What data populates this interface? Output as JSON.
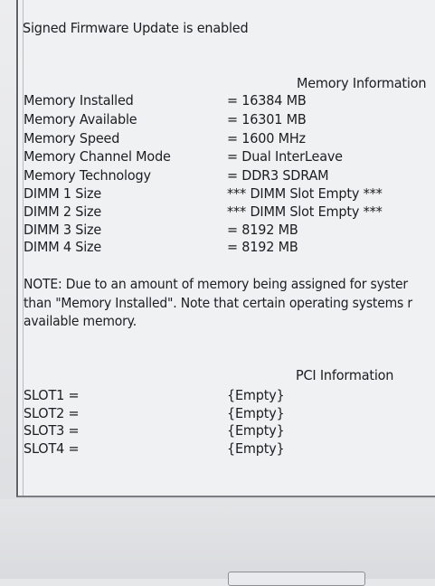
{
  "header": {
    "status": "Signed Firmware Update is enabled"
  },
  "memory": {
    "title": "Memory Information",
    "rows": [
      {
        "label": "Memory Installed",
        "value": "= 16384 MB"
      },
      {
        "label": "Memory Available",
        "value": "= 16301 MB"
      },
      {
        "label": "Memory Speed",
        "value": "= 1600 MHz"
      },
      {
        "label": "Memory Channel Mode",
        "value": "= Dual InterLeave"
      },
      {
        "label": "Memory Technology",
        "value": "= DDR3 SDRAM"
      },
      {
        "label": "DIMM 1 Size",
        "value": "*** DIMM Slot Empty ***"
      },
      {
        "label": "DIMM 2 Size",
        "value": "*** DIMM Slot Empty ***"
      },
      {
        "label": "DIMM 3 Size",
        "value": "= 8192 MB"
      },
      {
        "label": "DIMM 4 Size",
        "value": "= 8192 MB"
      }
    ]
  },
  "note": {
    "lines": [
      "NOTE: Due to an amount of memory being assigned for syster",
      "than \"Memory Installed\". Note that certain operating systems r",
      "available memory."
    ]
  },
  "pci": {
    "title": "PCI Information",
    "rows": [
      {
        "label": "SLOT1 =",
        "value": "{Empty}"
      },
      {
        "label": "SLOT2 =",
        "value": "{Empty}"
      },
      {
        "label": "SLOT3 =",
        "value": "{Empty}"
      },
      {
        "label": "SLOT4 =",
        "value": "{Empty}"
      }
    ]
  }
}
